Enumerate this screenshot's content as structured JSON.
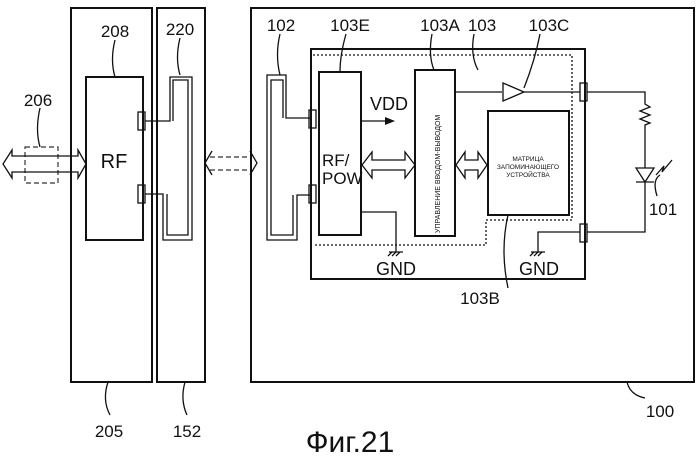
{
  "figure_title": "Фиг.21",
  "labels": {
    "l205": "205",
    "l152": "152",
    "l208": "208",
    "l220": "220",
    "l206": "206",
    "l100": "100",
    "l102": "102",
    "l103E": "103E",
    "l103A": "103A",
    "l103": "103",
    "l103C": "103C",
    "l101": "101",
    "l103B": "103B"
  },
  "blocks": {
    "rf": "RF",
    "rfpow_1": "RF/",
    "rfpow_2": "POW",
    "vdd": "VDD",
    "io_control": "УПРАВЛЕНИЕ ВВОДОМ-ВЫВОДОМ",
    "memory_1": "МАТРИЦА",
    "memory_2": "ЗАПОМИНАЮЩЕГО",
    "memory_3": "УСТРОЙСТВА",
    "gnd_left": "GND",
    "gnd_right": "GND"
  }
}
